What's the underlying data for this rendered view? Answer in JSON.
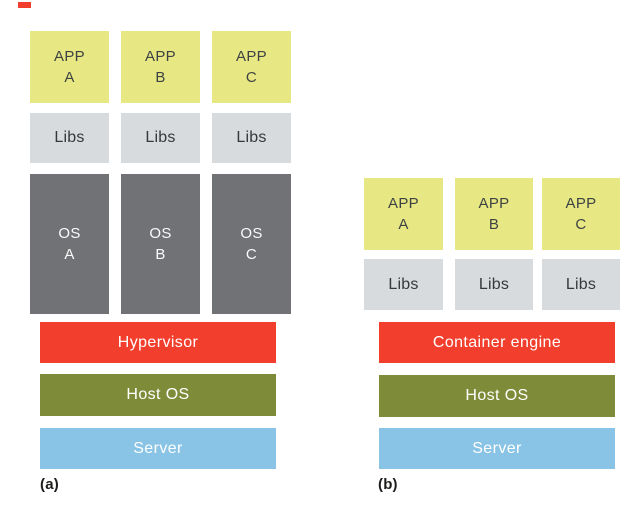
{
  "colors": {
    "app_box": "#e7e883",
    "libs_box": "#d8dbdd",
    "os_box": "#707275",
    "hypervisor_red": "#f23f2d",
    "host_os_olive": "#7e8b39",
    "server_blue": "#89c4e6",
    "dark_text": "#3e4243",
    "light_text": "#ffffff",
    "caption_text": "#1d1d1b"
  },
  "diagram_a": {
    "caption": "(a)",
    "apps": [
      [
        "APP",
        "A"
      ],
      [
        "APP",
        "B"
      ],
      [
        "APP",
        "C"
      ]
    ],
    "libs": [
      "Libs",
      "Libs",
      "Libs"
    ],
    "os": [
      [
        "OS",
        "A"
      ],
      [
        "OS",
        "B"
      ],
      [
        "OS",
        "C"
      ]
    ],
    "layers": [
      "Hypervisor",
      "Host OS",
      "Server"
    ]
  },
  "diagram_b": {
    "caption": "(b)",
    "apps": [
      [
        "APP",
        "A"
      ],
      [
        "APP",
        "B"
      ],
      [
        "APP",
        "C"
      ]
    ],
    "libs": [
      "Libs",
      "Libs",
      "Libs"
    ],
    "layers": [
      "Container engine",
      "Host OS",
      "Server"
    ]
  }
}
